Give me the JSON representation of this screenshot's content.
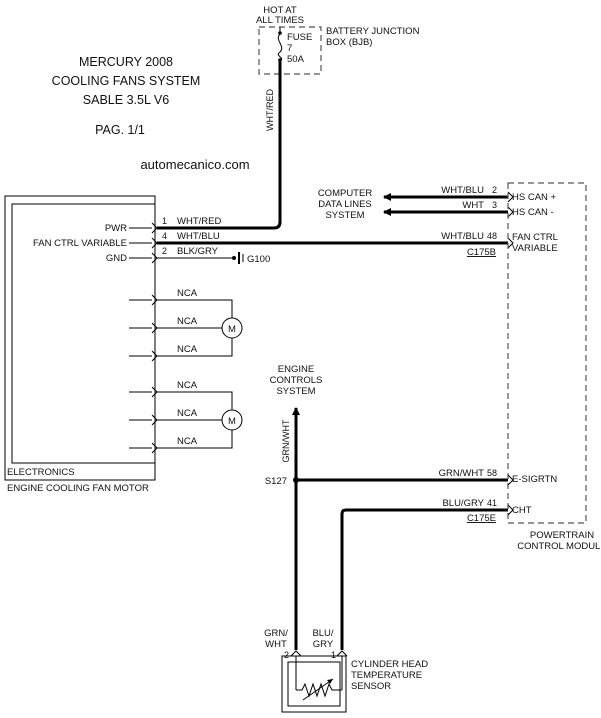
{
  "title": {
    "line1": "MERCURY 2008",
    "line2": "COOLING FANS SYSTEM",
    "line3": "SABLE 3.5L V6",
    "page": "PAG. 1/1",
    "website": "automecanico.com"
  },
  "fuse_box": {
    "hot_line1": "HOT AT",
    "hot_line2": "ALL TIMES",
    "fuse_label": "FUSE",
    "fuse_number": "7",
    "fuse_rating": "50A",
    "box_line1": "BATTERY JUNCTION",
    "box_line2": "BOX (BJB)",
    "feed_wire": "WHT/RED"
  },
  "fan_module": {
    "inner_label": "ELECTRONICS",
    "name": "ENGINE COOLING FAN MOTOR",
    "pins": [
      {
        "label": "PWR",
        "num": "1",
        "wire": "WHT/RED"
      },
      {
        "label": "FAN CTRL VARIABLE",
        "num": "4",
        "wire": "WHT/BLU"
      },
      {
        "label": "GND",
        "num": "2",
        "wire": "BLK/GRY"
      }
    ],
    "ground": "G100",
    "nca": [
      "NCA",
      "NCA",
      "NCA",
      "NCA",
      "NCA",
      "NCA"
    ],
    "motor_symbol": "M"
  },
  "pcm": {
    "name_line1": "POWERTRAIN",
    "name_line2": "CONTROL MODULE",
    "pins": [
      {
        "label": "HS CAN +",
        "num": "2",
        "wire": "WHT/BLU"
      },
      {
        "label": "HS CAN -",
        "num": "3",
        "wire": "WHT"
      },
      {
        "label_line1": "FAN CTRL",
        "label_line2": "VARIABLE",
        "num": "48",
        "wire": "WHT/BLU",
        "connector": "C175B"
      },
      {
        "label": "E-SIGRTN",
        "num": "58",
        "wire": "GRN/WHT"
      },
      {
        "label": "CHT",
        "num": "41",
        "wire": "BLU/GRY",
        "connector": "C175E"
      }
    ]
  },
  "computer_data": {
    "line1": "COMPUTER",
    "line2": "DATA LINES",
    "line3": "SYSTEM"
  },
  "engine_controls": {
    "line1": "ENGINE",
    "line2": "CONTROLS",
    "line3": "SYSTEM",
    "wire": "GRN/WHT",
    "splice": "S127"
  },
  "sensor": {
    "line1": "CYLINDER HEAD",
    "line2": "TEMPERATURE",
    "line3": "SENSOR",
    "pin_left_num": "2",
    "pin_right_num": "1",
    "wire_left_line1": "GRN/",
    "wire_left_line2": "WHT",
    "wire_right_line1": "BLU/",
    "wire_right_line2": "GRY"
  }
}
